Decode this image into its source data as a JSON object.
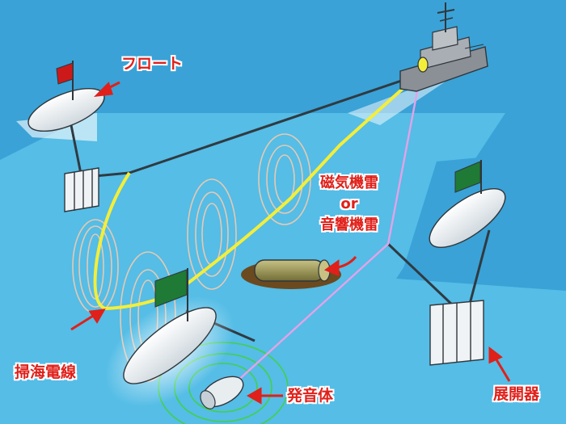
{
  "labels": {
    "float": "フロート",
    "mine_line1": "磁気機雷",
    "mine_or": "or",
    "mine_line2": "音響機雷",
    "sweep_wire": "掃海電線",
    "sound_emitter": "発音体",
    "deployer": "展開器"
  },
  "colors": {
    "sky": "#3aa2d6",
    "water": "#55bde6",
    "label_red": "#e0201a",
    "cable_yellow": "#f4ee3a",
    "cable_pink": "#e4a2e8",
    "flag_green": "#1f7a35",
    "flag_red": "#cc1a1a"
  }
}
